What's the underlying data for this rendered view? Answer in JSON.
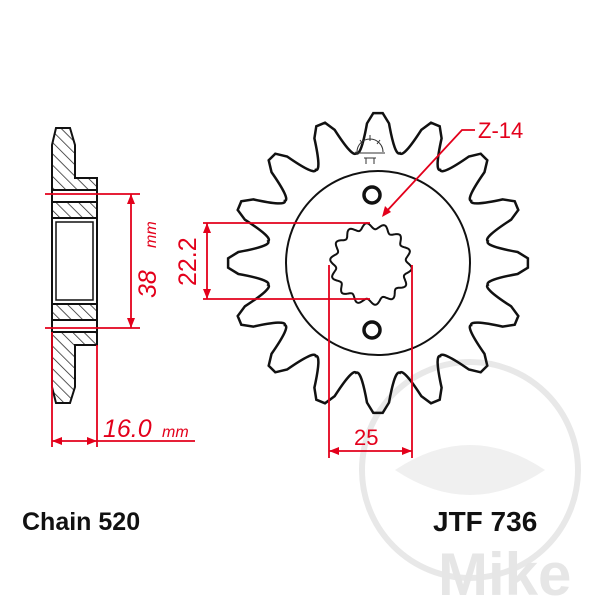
{
  "diagram": {
    "dimensions": {
      "outer_width": "38",
      "outer_width_unit": "mm",
      "hub_width": "16.0",
      "hub_width_unit": "mm",
      "spline_minor": "22.2",
      "bolt_distance": "25",
      "spline_teeth": "Z-14"
    },
    "chain_label": "Chain 520",
    "part_number": "JTF 736",
    "watermark": "Mike",
    "colors": {
      "outline": "#111111",
      "dimension": "#e3001b",
      "watermark": "#e6e6e6"
    }
  }
}
